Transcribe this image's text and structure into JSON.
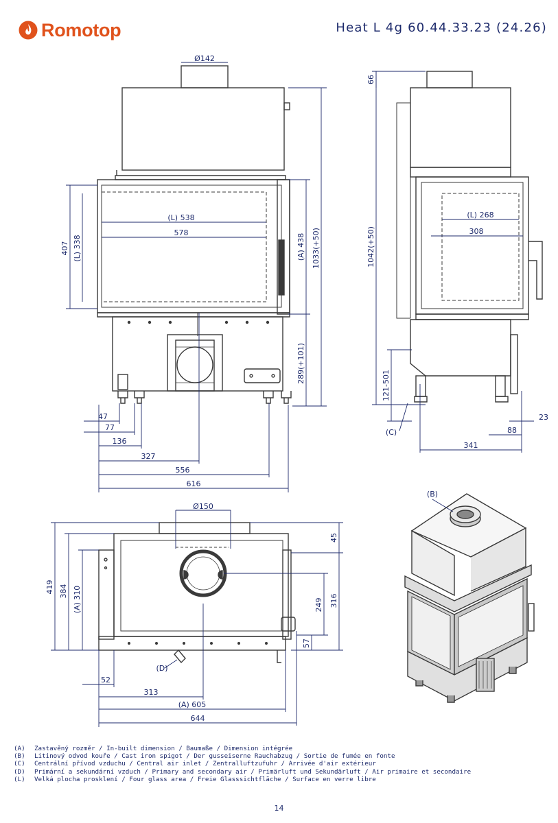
{
  "header": {
    "brand": "Romotop",
    "model": "Heat L 4g 60.44.33.23 (24.26)"
  },
  "front_view": {
    "flue": "Ø142",
    "inner_width": "(L) 538",
    "glass_width": "578",
    "height_left": "407",
    "height_inner": "(L) 338",
    "door_height": "(A) 438",
    "total_height": "1033(+50)",
    "bottom_height": "289(+101)",
    "dims": [
      "47",
      "77",
      "136",
      "327",
      "556",
      "616"
    ]
  },
  "side_view": {
    "top": "66",
    "total_height": "1042(+50)",
    "inner_width": "(L) 268",
    "glass_width": "308",
    "air_height": "121-501",
    "inlet_label": "(C)",
    "dims": [
      "23",
      "88",
      "341"
    ]
  },
  "top_view": {
    "flue": "Ø150",
    "dims_left": [
      "419",
      "384",
      "(A) 310"
    ],
    "dims_right": [
      "45",
      "316",
      "249",
      "57"
    ],
    "label_d": "(D)",
    "dims_bottom": [
      "52",
      "313",
      "(A) 605",
      "644"
    ]
  },
  "iso_view": {
    "label_b": "(B)"
  },
  "legend": [
    {
      "key": "(A)",
      "text": "Zastavěný rozměr / In-built dimension / Baumaße / Dimension intégrée"
    },
    {
      "key": "(B)",
      "text": "Litinový odvod kouře / Cast iron spigot / Der gusseiserne Rauchabzug / Sortie de fumée en fonte"
    },
    {
      "key": "(C)",
      "text": "Centrální přívod vzduchu / Central air inlet / Zentralluftzufuhr / Arrivée d'air extérieur"
    },
    {
      "key": "(D)",
      "text": "Primární a sekundární vzduch / Primary and secondary air / Primärluft und Sekundärluft / Air primaire et secondaire"
    },
    {
      "key": "(L)",
      "text": "Velká plocha prosklení / Four glass area / Freie Glasssichtfläche / Surface en verre libre"
    }
  ],
  "footer": {
    "page_number": "14"
  },
  "colors": {
    "ink": "#1d2a6b",
    "line": "#3a3a3a",
    "brand": "#e0521c"
  }
}
